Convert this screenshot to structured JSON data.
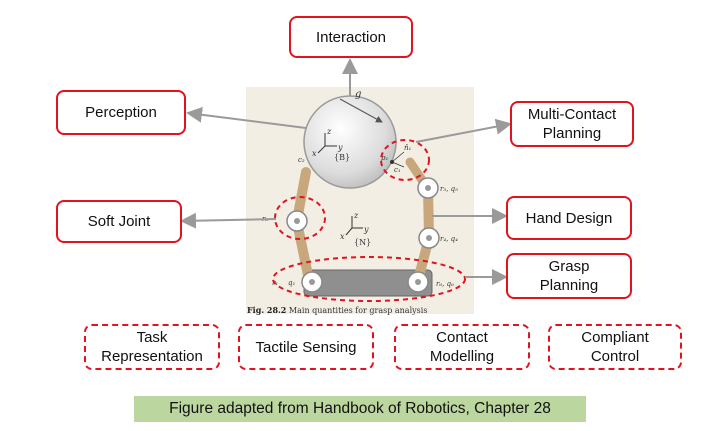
{
  "boxes": {
    "interaction": "Interaction",
    "perception": "Perception",
    "multi_contact_planning": "Multi-Contact\nPlanning",
    "soft_joint": "Soft Joint",
    "hand_design": "Hand Design",
    "grasp_planning": "Grasp\nPlanning"
  },
  "future_topics": [
    "Task\nRepresentation",
    "Tactile Sensing",
    "Contact\nModelling",
    "Compliant\nControl"
  ],
  "figure": {
    "caption_bold": "Fig. 28.2",
    "caption_text": " Main quantities for grasp analysis",
    "labels": {
      "g": "g",
      "frame_b": "{B}",
      "frame_n": "{N}",
      "x": "x",
      "y": "y",
      "z": "z",
      "z_n": "z",
      "x_n": "x",
      "y_n": "y",
      "c1": "c₁",
      "c2": "c₂",
      "p1": "p₁",
      "n1": "n̂₁",
      "r3": "r₃",
      "r4": "r₄, q₄",
      "r5": "r₅, q₅",
      "r1": "r₁",
      "r2": "r₂",
      "q1": "q₁",
      "r6": "r₆, q₆"
    }
  },
  "caption": "Figure adapted from Handbook of Robotics, Chapter 28",
  "colors": {
    "box_border": "#e0141e",
    "caption_bg": "#bcd69f",
    "arrow": "#9a9a9a",
    "finger": "#c8a77c"
  }
}
